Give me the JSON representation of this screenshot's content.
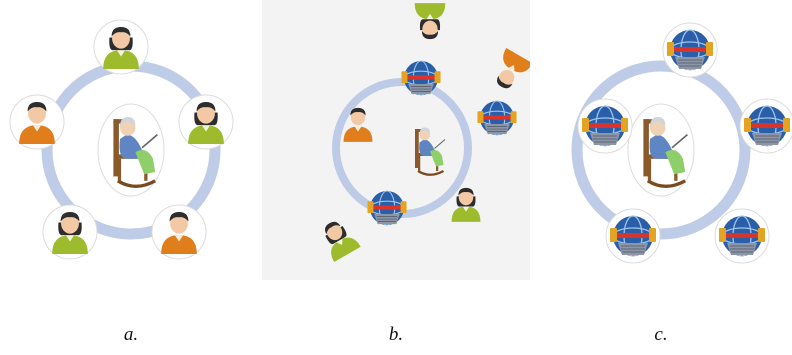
{
  "figure": {
    "panels": [
      {
        "id": "a",
        "caption": "a.",
        "center": "grandmother-rocking-chair",
        "nodes": [
          "woman-green",
          "man-orange",
          "woman-green",
          "woman-green",
          "man-orange"
        ]
      },
      {
        "id": "b",
        "caption": "b.",
        "center": "grandmother-rocking-chair",
        "nodes": [
          "robot-globe",
          "robot-globe",
          "woman-green",
          "robot-globe",
          "man-orange"
        ],
        "detached": [
          "woman-green",
          "man-orange",
          "woman-green"
        ]
      },
      {
        "id": "c",
        "caption": "c.",
        "center": "grandmother-rocking-chair",
        "nodes": [
          "robot-globe",
          "robot-globe",
          "robot-globe",
          "robot-globe",
          "robot-globe"
        ]
      }
    ],
    "colors": {
      "ring": "#b7c6e6",
      "woman_shirt": "#9dbb2c",
      "man_shirt": "#e07e1c",
      "globe": "#2a5ea8",
      "robot_band": "#d9342b",
      "panel_b_bg": "#f3f3f3"
    }
  }
}
